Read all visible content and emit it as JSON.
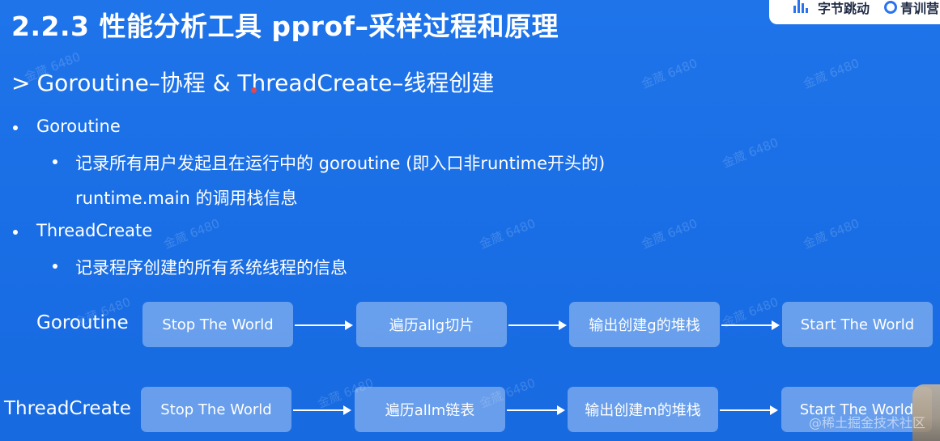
{
  "slide": {
    "title": "2.2.3 性能分析工具 pprof–采样过程和原理",
    "logo": {
      "brand1": "字节跳动",
      "brand2": "青训营"
    },
    "subtitle": {
      "prefix": ">",
      "text": "Goroutine–协程 & ThreadCreate–线程创建"
    },
    "bullets": [
      {
        "label": "Goroutine",
        "sub": [
          "记录所有用户发起且在运行中的 goroutine (即入口非runtime开头的)",
          "runtime.main 的调用栈信息"
        ]
      },
      {
        "label": "ThreadCreate",
        "sub": [
          "记录程序创建的所有系统线程的信息"
        ]
      }
    ],
    "flows": [
      {
        "label": "Goroutine",
        "steps": [
          "Stop The World",
          "遍历allg切片",
          "输出创建g的堆栈",
          "Start The World"
        ]
      },
      {
        "label": "ThreadCreate",
        "steps": [
          "Stop The World",
          "遍历allm链表",
          "输出创建m的堆栈",
          "Start The World"
        ]
      }
    ],
    "watermark": "金蒇 6480",
    "footer": "@稀土掘金技术社区"
  }
}
